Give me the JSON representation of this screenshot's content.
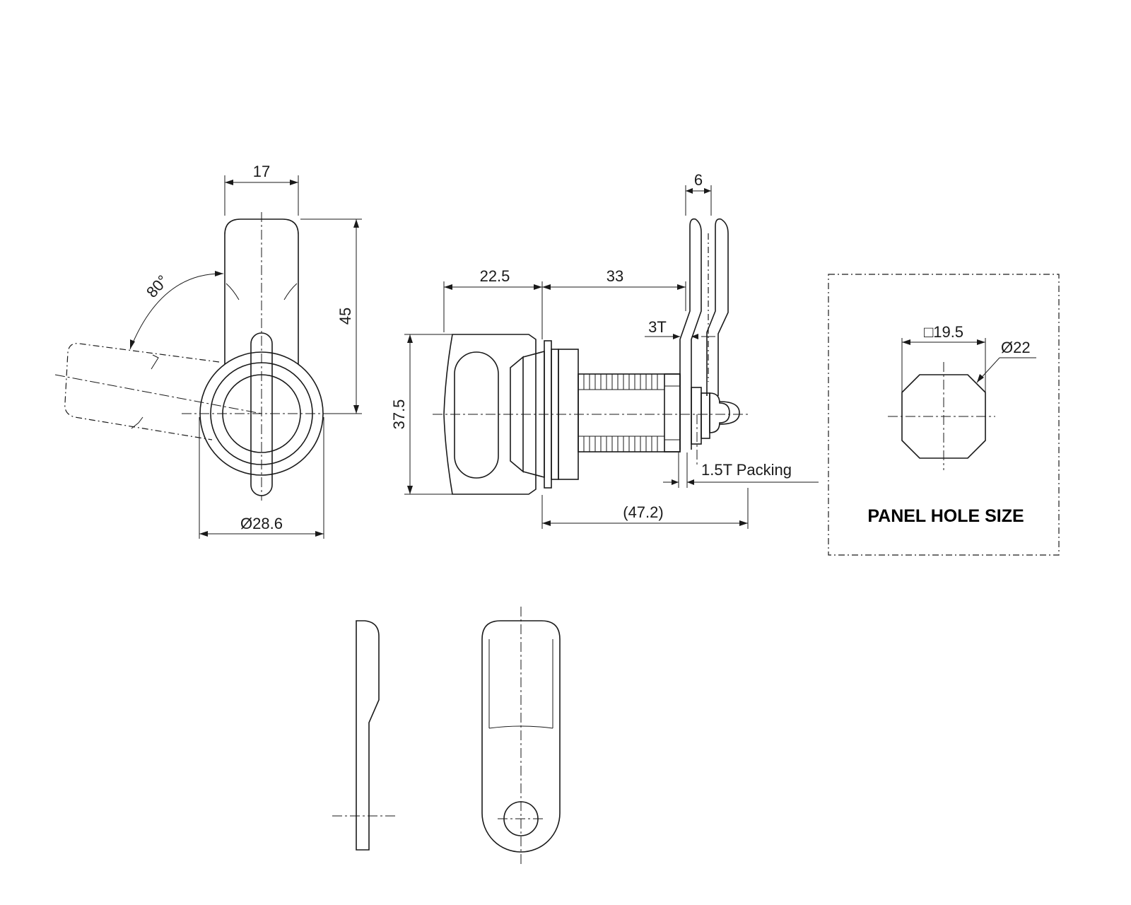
{
  "colors": {
    "line": "#1a1a1a",
    "background": "#ffffff"
  },
  "front_view": {
    "width_label": "17",
    "height_label": "45",
    "angle_label": "80°",
    "diameter_label": "Ø28.6"
  },
  "side_view": {
    "depth_label": "22.5",
    "length_label": "33",
    "cam_thickness_label": "6",
    "plate_label": "3T",
    "body_height_label": "37.5",
    "packing_label": "1.5T Packing",
    "overall_label": "(47.2)"
  },
  "panel_hole": {
    "square_label": "□19.5",
    "diameter_label": "Ø22",
    "title": "PANEL HOLE SIZE"
  }
}
